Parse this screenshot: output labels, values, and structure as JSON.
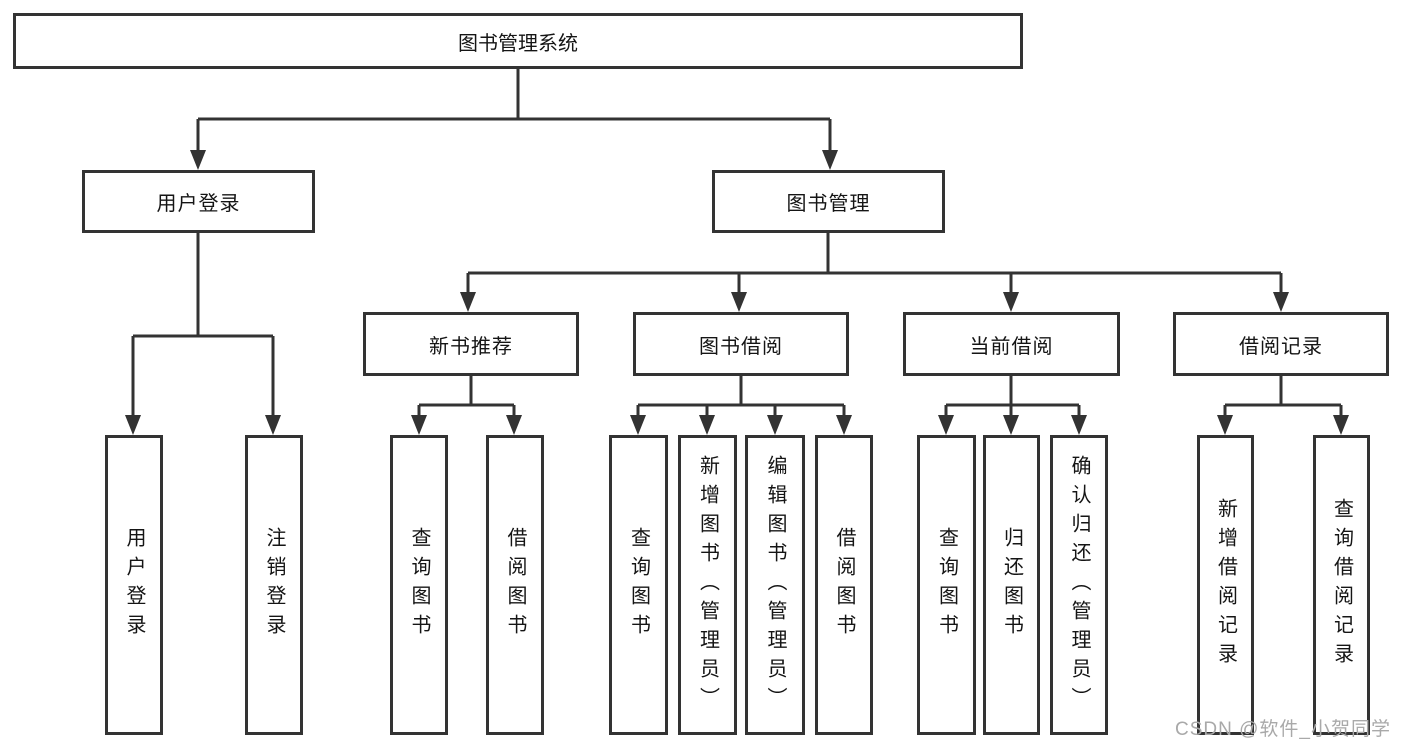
{
  "diagram_title": "图书管理系统",
  "colors": {
    "line": "#333333",
    "box_border": "#333333",
    "text": "#151515",
    "background": "#ffffff",
    "watermark": "#a9a9a9"
  },
  "tree": {
    "root": {
      "label": "图书管理系统",
      "children": [
        {
          "label": "用户登录",
          "children": [
            {
              "label": "用户登录"
            },
            {
              "label": "注销登录"
            }
          ]
        },
        {
          "label": "图书管理",
          "children": [
            {
              "label": "新书推荐",
              "children": [
                {
                  "label": "查询图书"
                },
                {
                  "label": "借阅图书"
                }
              ]
            },
            {
              "label": "图书借阅",
              "children": [
                {
                  "label": "查询图书"
                },
                {
                  "label": "新增图书（管理员）"
                },
                {
                  "label": "编辑图书（管理员）"
                },
                {
                  "label": "借阅图书"
                }
              ]
            },
            {
              "label": "当前借阅",
              "children": [
                {
                  "label": "查询图书"
                },
                {
                  "label": "归还图书"
                },
                {
                  "label": "确认归还（管理员）"
                }
              ]
            },
            {
              "label": "借阅记录",
              "children": [
                {
                  "label": "新增借阅记录"
                },
                {
                  "label": "查询借阅记录"
                }
              ]
            }
          ]
        }
      ]
    }
  },
  "watermark": {
    "text": "CSDN @软件_小贺同学"
  }
}
